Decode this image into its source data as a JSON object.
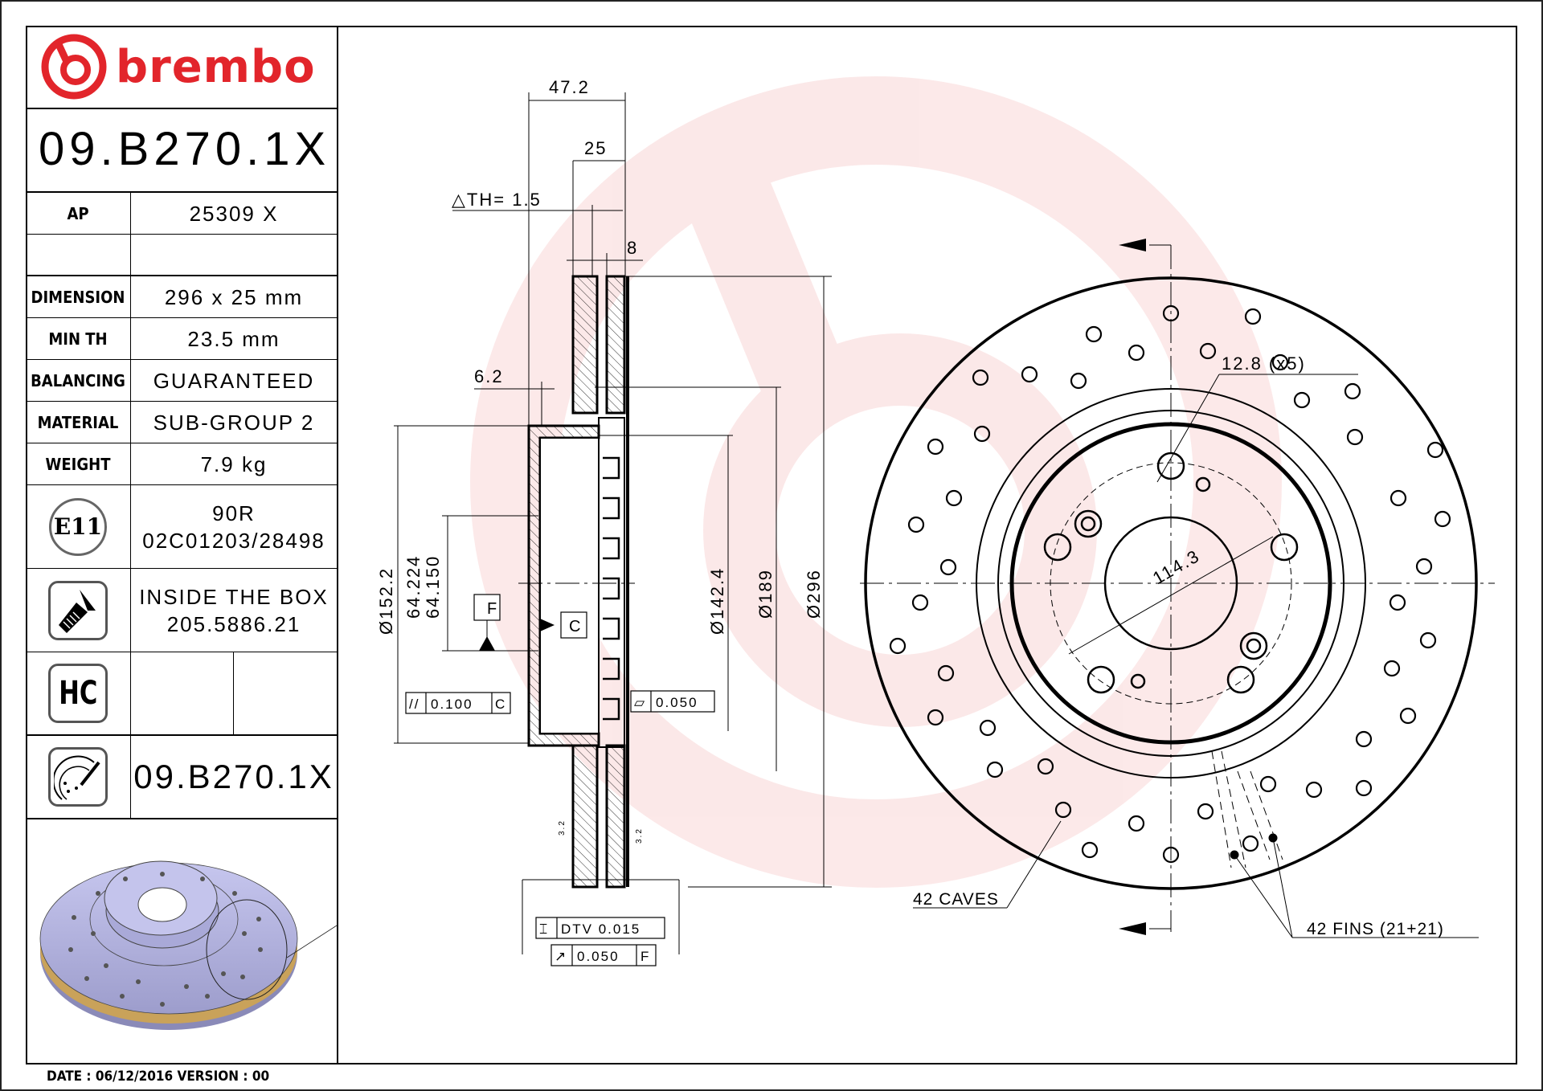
{
  "brand": {
    "name": "brembo",
    "color": "#e2252b"
  },
  "part_number": "09.B270.1X",
  "spec_table": {
    "ap": {
      "label": "AP",
      "value": "25309 X"
    },
    "rows": [
      {
        "label": "DIMENSION",
        "value": "296 x 25 mm"
      },
      {
        "label": "MIN TH",
        "value": "23.5 mm"
      },
      {
        "label": "BALANCING",
        "value": "GUARANTEED"
      },
      {
        "label": "MATERIAL",
        "value": "SUB-GROUP 2"
      },
      {
        "label": "WEIGHT",
        "value": "7.9 kg"
      }
    ],
    "approval": {
      "icon_label": "E11",
      "line1": "90R",
      "line2": "02C01203/28498"
    },
    "screw": {
      "line1": "INSIDE THE BOX",
      "line2": "205.5886.21"
    },
    "hc": {
      "icon_label": "HC"
    },
    "marking": {
      "value": "09.B270.1X"
    }
  },
  "section_view": {
    "dims": {
      "overall_height": "47.2",
      "thickness": "25",
      "delta_th": "△TH= 1.5",
      "vane": "8",
      "hat_wall": "6.2",
      "d_hat": "Ø152.2",
      "d_bore_max": "64.224",
      "d_bore_min": "64.150",
      "d_inner": "Ø142.4",
      "d_friction_inner": "Ø189",
      "d_outer": "Ø296",
      "roughness": "3.2"
    },
    "datums": {
      "f": "F",
      "c": "C"
    },
    "tolerances": {
      "parallelism": {
        "symbol": "//",
        "value": "0.100",
        "datum": "C"
      },
      "flatness": {
        "symbol": "▱",
        "value": "0.050"
      },
      "dtv": {
        "symbol": "⌶",
        "value": "DTV 0.015"
      },
      "runout": {
        "symbol": "↗",
        "value": "0.050",
        "datum": "F"
      }
    }
  },
  "front_view": {
    "bolt_hole": "12.8 (x5)",
    "pcd": "114.3",
    "caves": "42 CAVES",
    "fins": "42 FINS (21+21)"
  },
  "footer": {
    "date_version": "DATE : 06/12/2016 VERSION : 00"
  }
}
